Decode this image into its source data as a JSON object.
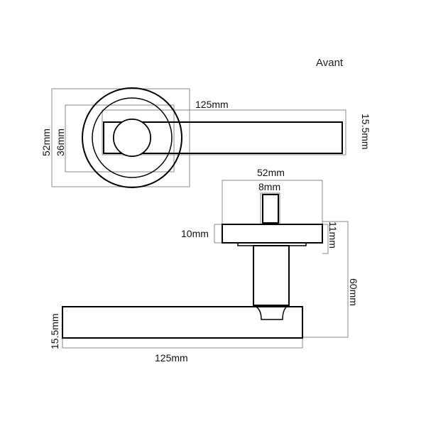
{
  "title": "Avant",
  "dimensions": {
    "top_length": "125mm",
    "top_height": "15.5mm",
    "rose_outer": "52mm",
    "rose_inner": "36mm",
    "side_rose_width": "52mm",
    "spindle": "8mm",
    "rose_thickness_left": "10mm",
    "rose_thickness_right": "11mm",
    "projection": "60mm",
    "bottom_height": "15.5mm",
    "bottom_length": "125mm"
  }
}
